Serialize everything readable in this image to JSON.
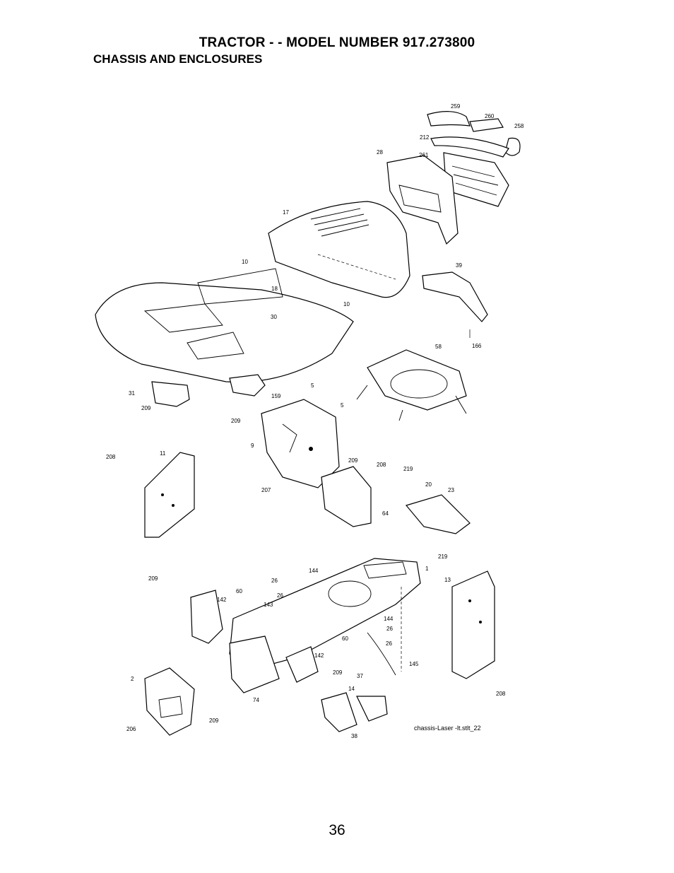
{
  "header": {
    "title": "TRACTOR - - MODEL NUMBER 917.273800",
    "subtitle": "CHASSIS AND ENCLOSURES"
  },
  "diagram": {
    "callouts": [
      "259",
      "260",
      "258",
      "212",
      "28",
      "261",
      "17",
      "10",
      "18",
      "39",
      "10",
      "30",
      "166",
      "58",
      "31",
      "5",
      "159",
      "209",
      "5",
      "209",
      "9",
      "11",
      "208",
      "209",
      "208",
      "219",
      "20",
      "23",
      "207",
      "64",
      "219",
      "1",
      "144",
      "13",
      "209",
      "26",
      "26",
      "60",
      "142",
      "143",
      "144",
      "26",
      "60",
      "26",
      "142",
      "209",
      "145",
      "37",
      "2",
      "14",
      "74",
      "208",
      "209",
      "206",
      "38"
    ],
    "filename": "chassis-Laser -lt.stlt_22"
  },
  "footer": {
    "page_number": "36"
  }
}
